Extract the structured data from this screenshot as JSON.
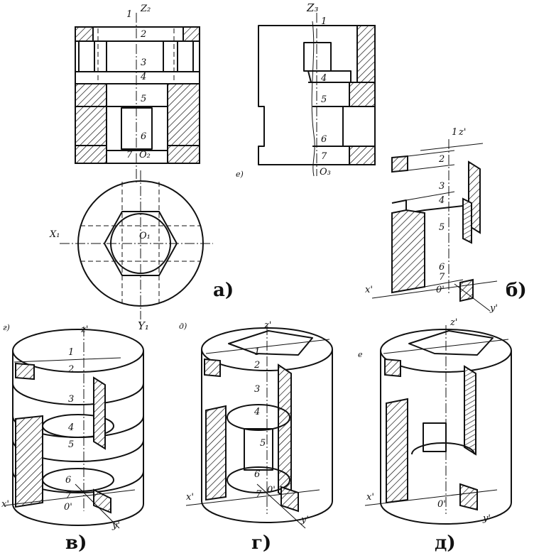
{
  "figures": {
    "a": {
      "caption": "а)",
      "front_axis": "Z₂",
      "front_origin": "O₂",
      "side_axis": "Z₃",
      "side_origin": "O₃",
      "side_mark": "е)",
      "plan_x_axis": "X₁",
      "plan_y_axis": "Y₁",
      "plan_origin": "O₁",
      "front_levels": [
        "1",
        "2",
        "3",
        "4",
        "5",
        "6",
        "7"
      ],
      "side_levels": [
        "1",
        "4",
        "5",
        "6",
        "7"
      ]
    },
    "b": {
      "caption": "б)",
      "z_axis": "z'",
      "x_axis": "x'",
      "y_axis": "y'",
      "origin": "0'",
      "levels": [
        "1",
        "2",
        "3",
        "4",
        "5",
        "6",
        "7"
      ]
    },
    "v": {
      "caption": "в)",
      "mark": "г)",
      "z_axis": "z'",
      "x_axis": "x'",
      "y_axis": "y'",
      "origin": "0'",
      "levels": [
        "1",
        "2",
        "3",
        "4",
        "5",
        "6",
        "7"
      ]
    },
    "g": {
      "caption": "г)",
      "mark": "д)",
      "z_axis": "z'",
      "x_axis": "x'",
      "y_axis": "y'",
      "origin": "0'",
      "levels": [
        "1",
        "2",
        "3",
        "4",
        "5",
        "6",
        "7"
      ]
    },
    "d": {
      "caption": "д)",
      "mark": "е",
      "z_axis": "z'",
      "x_axis": "x'",
      "y_axis": "y'",
      "origin": "0'"
    }
  }
}
